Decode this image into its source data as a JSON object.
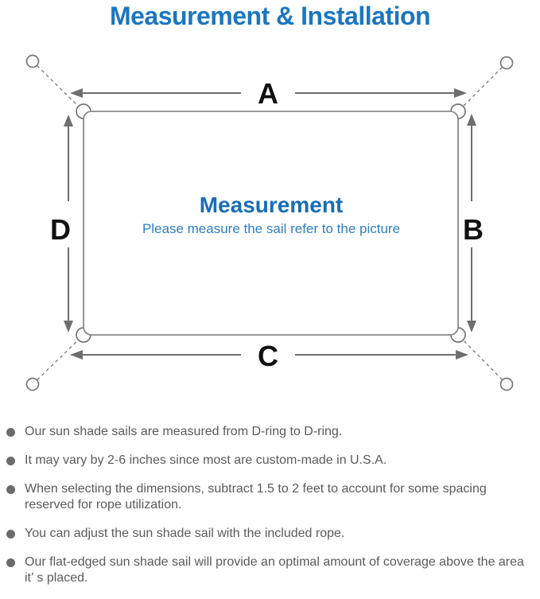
{
  "title": "Measurement & Installation",
  "diagram": {
    "labels": {
      "top": "A",
      "right": "B",
      "bottom": "C",
      "left": "D"
    },
    "center_title": "Measurement",
    "center_subtitle": "Please measure the sail refer to the picture"
  },
  "notes": [
    "Our sun shade sails are measured from D-ring to D-ring.",
    "It may vary by 2-6 inches since most are custom-made in U.S.A.",
    "When selecting the dimensions, subtract 1.5 to 2 feet to account for some spacing reserved for rope utilization.",
    "You can adjust the sun shade sail with the included rope.",
    "Our flat-edged sun shade sail will provide an optimal amount of coverage above the area it’ s placed."
  ],
  "colors": {
    "accent_blue": "#1b76c0",
    "center_title_blue": "#186db6",
    "subtitle_blue": "#2f7fc1",
    "note_text_gray": "#5a5a5a",
    "sail_outline_gray": "#8a8a8a",
    "arrow_gray": "#6e6e6e"
  }
}
